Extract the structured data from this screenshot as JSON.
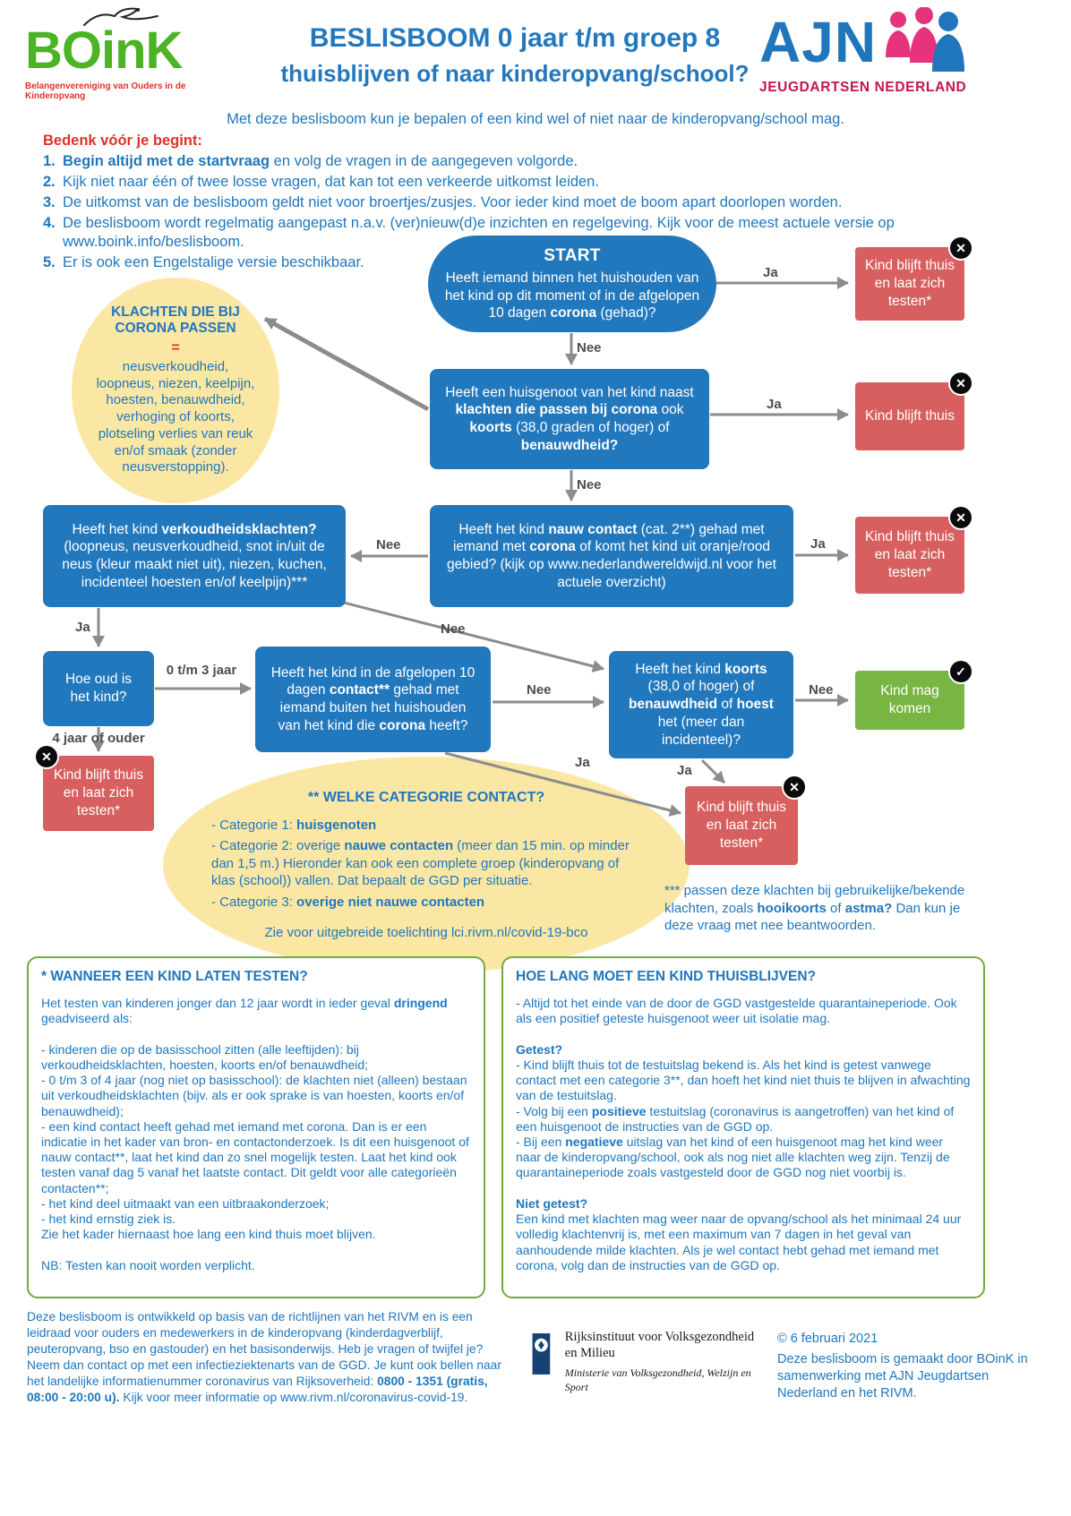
{
  "header": {
    "boink": {
      "name": "BOinK",
      "tagline": "Belangenvereniging van Ouders in de Kinderopvang"
    },
    "title_line1": "BESLISBOOM 0 jaar t/m groep 8",
    "title_line2": "thuisblijven of naar kinderopvang/school?",
    "ajn": {
      "name": "AJN",
      "subtitle": "JEUGDARTSEN NEDERLAND"
    }
  },
  "intro": "Met deze beslisboom kun je bepalen of een kind wel of niet naar de kinderopvang/school mag.",
  "preface": {
    "heading": "Bedenk vóór je begint:",
    "items": [
      {
        "num": "1.",
        "html": "<b>Begin altijd met de startvraag</b> en volg de vragen in de aangegeven volgorde."
      },
      {
        "num": "2.",
        "html": "Kijk niet naar één of twee losse vragen, dat kan tot een verkeerde uitkomst leiden."
      },
      {
        "num": "3.",
        "html": "De uitkomst van de beslisboom geldt niet voor broertjes/zusjes. Voor ieder kind moet de boom apart doorlopen worden."
      },
      {
        "num": "4.",
        "html": "De beslisboom wordt regelmatig aangepast n.a.v. (ver)nieuw(d)e inzichten en regelgeving. Kijk voor de meest actuele versie op www.boink.info/beslisboom."
      },
      {
        "num": "5.",
        "html": "Er is ook een Engelstalige versie beschikbaar."
      }
    ]
  },
  "labels": {
    "ja": "Ja",
    "nee": "Nee",
    "age_young": "0 t/m 3 jaar",
    "age_old": "4 jaar of ouder"
  },
  "flow": {
    "start": {
      "title": "START",
      "html": "Heeft iemand binnen het huishouden van het kind op dit moment of in de afgelopen 10 dagen <b>corona</b> (gehad)?"
    },
    "q_housemate": {
      "html": "Heeft een huisgenoot van het kind naast <b>klachten die passen bij corona</b> ook <b>koorts</b> (38,0 graden of hoger) of <b>benauwdheid?</b>"
    },
    "q_contact_abroad": {
      "html": "Heeft het kind <b>nauw contact</b> (cat. 2**) gehad met iemand met <b>corona</b> of komt het kind uit oranje/rood gebied? (kijk op www.nederlandwereldwijd.nl voor het actuele overzicht)"
    },
    "q_cold": {
      "html": "Heeft het kind <b>verkoudheidsklachten?</b> (loopneus, neusverkoudheid, snot in/uit de neus (kleur maakt niet uit), niezen, kuchen, incidenteel hoesten en/of keelpijn)***"
    },
    "q_age": {
      "text": "Hoe oud is het kind?"
    },
    "q_contact10": {
      "html": "Heeft het kind in de afgelopen 10 dagen <b>contact**</b> gehad met iemand buiten het huishouden van het kind die <b>corona</b> heeft?"
    },
    "q_fever": {
      "html": "Heeft het kind <b>koorts</b> (38,0 of hoger) of <b>benauwdheid</b> of <b>hoest</b> het (meer dan incidenteel)?"
    },
    "outcome_test": "Kind blijft thuis en laat zich testen*",
    "outcome_home": "Kind blijft thuis",
    "outcome_come": "Kind mag komen"
  },
  "icons": {
    "x": "✕",
    "check": "✓"
  },
  "notes": {
    "symptoms": {
      "title": "KLACHTEN DIE BIJ CORONA PASSEN",
      "equals": "=",
      "body": "neusverkoudheid, loopneus, niezen, keelpijn, hoesten, benauwdheid, verhoging of koorts, plotseling verlies van reuk en/of smaak (zonder neusverstopping)."
    },
    "category": {
      "title": "** WELKE CATEGORIE CONTACT?",
      "items": [
        "- Categorie 1: <b>huisgenoten</b>",
        "- Categorie 2: overige <b>nauwe contacten</b> (meer dan 15 min. op minder dan 1,5 m.) Hieronder kan ook een complete groep (kinderopvang of klas (school)) vallen. Dat bepaalt de GGD per situatie.",
        "- Categorie 3: <b>overige niet nauwe contacten</b>"
      ],
      "footer": "Zie voor uitgebreide toelichting lci.rivm.nl/covid-19-bco"
    },
    "asterisk3": {
      "html": "*** passen deze klachten bij gebruikelijke/bekende klachten, zoals <b>hooikoorts</b> of <b>astma?</b> Dan kun je deze vraag met nee beantwoorden."
    }
  },
  "info_boxes": {
    "testing": {
      "title": "* WANNEER EEN KIND LATEN TESTEN?",
      "html": "Het testen van kinderen jonger dan 12 jaar wordt in ieder geval <b>dringend</b> geadviseerd als:<br><br>- kinderen die op de basisschool zitten (alle leeftijden): bij verkoudheidsklachten, hoesten, koorts en/of benauwdheid;<br>- 0 t/m 3 of 4 jaar (nog niet op basisschool): de klachten niet (alleen) bestaan uit verkoudheidsklachten (bijv. als er ook sprake is van hoesten, koorts en/of benauwdheid);<br>- een kind contact heeft gehad met iemand met corona. Dan is er een indicatie in het kader van bron- en contactonderzoek. Is dit een huisgenoot of nauw contact**, laat het kind dan zo snel mogelijk testen. Laat het kind ook testen vanaf dag 5 vanaf het laatste contact. Dit geldt voor alle categorieën contacten**;<br>- het kind deel uitmaakt van een uitbraakonderzoek;<br>- het kind ernstig ziek is.<br>Zie het kader hiernaast hoe lang een kind thuis moet blijven.<br><br>NB: Testen kan nooit worden verplicht."
    },
    "stay_home": {
      "title": "HOE LANG MOET EEN KIND THUISBLIJVEN?",
      "html": "- Altijd tot het einde van de door de GGD vastgestelde quarantaineperiode. Ook als een positief geteste huisgenoot weer uit isolatie mag.<br><br><b>Getest?</b><br>- Kind blijft thuis tot de testuitslag bekend is. Als het kind is getest vanwege contact met een categorie 3**, dan hoeft het kind niet thuis te blijven in afwachting van de testuitslag.<br>- Volg bij een <b>positieve</b> testuitslag (coronavirus is aangetroffen) van het kind of een huisgenoot de instructies van de GGD op.<br>- Bij een <b>negatieve</b> uitslag van het kind of een huisgenoot mag het kind weer naar de kinderopvang/school, ook als nog niet alle klachten weg zijn. Tenzij de quarantaineperiode zoals vastgesteld door de GGD nog niet voorbij is.<br><br><b>Niet getest?</b><br>Een kind met klachten mag weer naar de opvang/school als het minimaal 24 uur volledig klachtenvrij is, met een maximum van 7 dagen in het geval van aanhoudende milde klachten. Als je wel contact hebt gehad met iemand met corona, volg dan de instructies van de GGD op."
    }
  },
  "footer": {
    "left_html": "Deze beslisboom is ontwikkeld op basis van de richtlijnen van het RIVM en is een leidraad voor ouders en medewerkers in de kinderopvang (kinderdagverblijf, peuteropvang, bso en gastouder) en het basisonderwijs. Heb je vragen of twijfel je? Neem dan contact op met een infectieziektenarts van de GGD. Je kunt ook bellen naar het landelijke informatienummer coronavirus van Rijksoverheid: <b>0800 - 1351 (gratis, 08:00 - 20:00 u).</b> Kijk voor meer informatie op www.rivm.nl/coronavirus-covid-19.",
    "rivm_name": "Rijksinstituut voor Volksgezondheid en Milieu",
    "rivm_ministry": "Ministerie van Volksgezondheid, Welzijn en Sport",
    "date": "© 6 februari 2021",
    "credit": "Deze beslisboom is gemaakt door BOinK in samenwerking met AJN Jeugdartsen Nederland en het RIVM."
  },
  "colors": {
    "blue": "#2278BD",
    "red_box": "#D75F5F",
    "green_box": "#79B543",
    "yellow": "#FBE7A4",
    "accent_red": "#E03127",
    "ajn_red": "#C4154C",
    "boink_green": "#4CB324"
  }
}
